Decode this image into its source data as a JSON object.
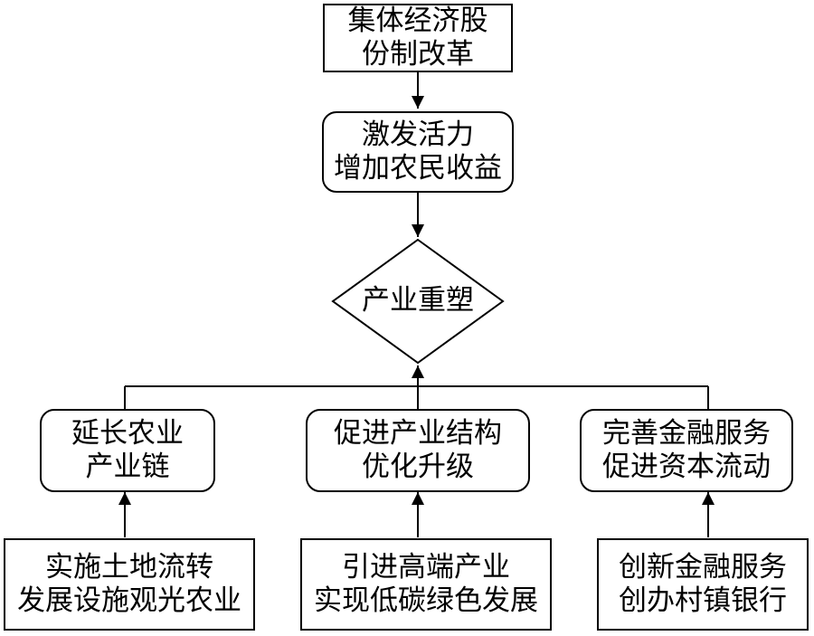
{
  "nodes": {
    "reform": [
      "集体经济股",
      "份制改革"
    ],
    "vitality": [
      "激发活力",
      "增加农民收益"
    ],
    "reshape": "产业重塑",
    "chain": [
      "延长农业",
      "产业链"
    ],
    "structure": [
      "促进产业结构",
      "优化升级"
    ],
    "finance": [
      "完善金融服务",
      "促进资本流动"
    ],
    "land": [
      "实施土地流转",
      "发展设施观光农业"
    ],
    "hightech": [
      "引进高端产业",
      "实现低碳绿色发展"
    ],
    "bank": [
      "创新金融服务",
      "创办村镇银行"
    ]
  },
  "colors": {
    "stroke": "#000000",
    "fill": "#ffffff"
  }
}
